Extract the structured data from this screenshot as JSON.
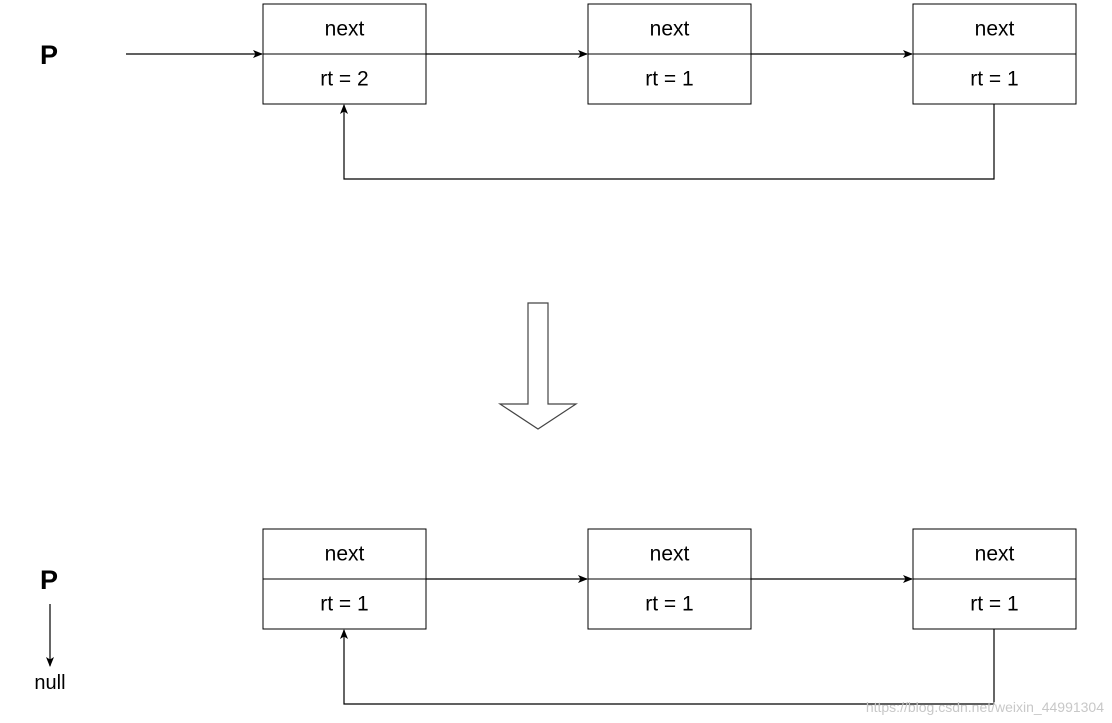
{
  "diagram": {
    "before": {
      "pointer_label": "P",
      "nodes": [
        {
          "next_label": "next",
          "rt_label": "rt = 2"
        },
        {
          "next_label": "next",
          "rt_label": "rt = 1"
        },
        {
          "next_label": "next",
          "rt_label": "rt = 1"
        }
      ]
    },
    "after": {
      "pointer_label": "P",
      "null_label": "null",
      "nodes": [
        {
          "next_label": "next",
          "rt_label": "rt = 1"
        },
        {
          "next_label": "next",
          "rt_label": "rt = 1"
        },
        {
          "next_label": "next",
          "rt_label": "rt = 1"
        }
      ]
    },
    "watermark": "https://blog.csdn.net/weixin_44991304"
  }
}
